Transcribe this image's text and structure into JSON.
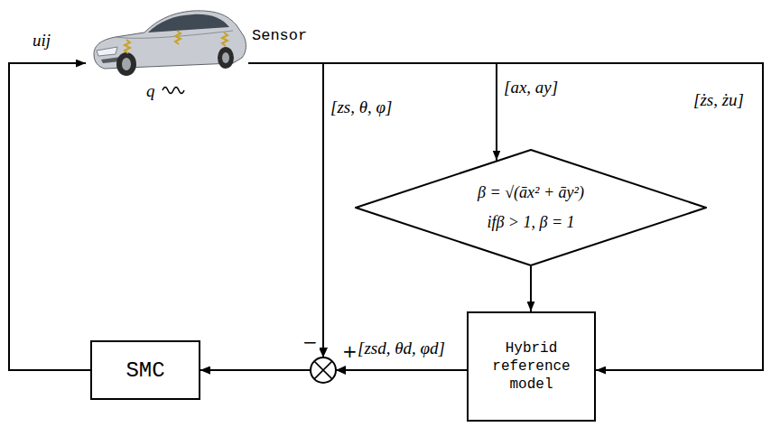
{
  "diagram": {
    "nodes": [
      {
        "text": [
          "Sensor"
        ]
      },
      {
        "text": [
          "β = √(āx² + āy²)",
          "ifβ > 1, β = 1"
        ]
      },
      {
        "text": [
          "Hybrid reference model"
        ]
      },
      {
        "text": [
          "SMC"
        ]
      }
    ],
    "edges": [
      {
        "from": 0,
        "to": 1,
        "arrow": "to",
        "label": "[ax, ay]"
      },
      {
        "from": 0,
        "to": 2,
        "arrow": "to",
        "label": "[żs, żu]"
      },
      {
        "from": 0,
        "to": 3,
        "arrow": "to",
        "label": "[zs, θ, φ]"
      },
      {
        "from": 1,
        "to": 2,
        "arrow": "to"
      },
      {
        "from": 2,
        "to": 3,
        "arrow": "to",
        "label": "[zsd, θd, φd]"
      },
      {
        "from": 3,
        "to": 0,
        "arrow": "to",
        "label": "uij"
      }
    ],
    "labels": [
      "q",
      "−",
      "+"
    ]
  }
}
